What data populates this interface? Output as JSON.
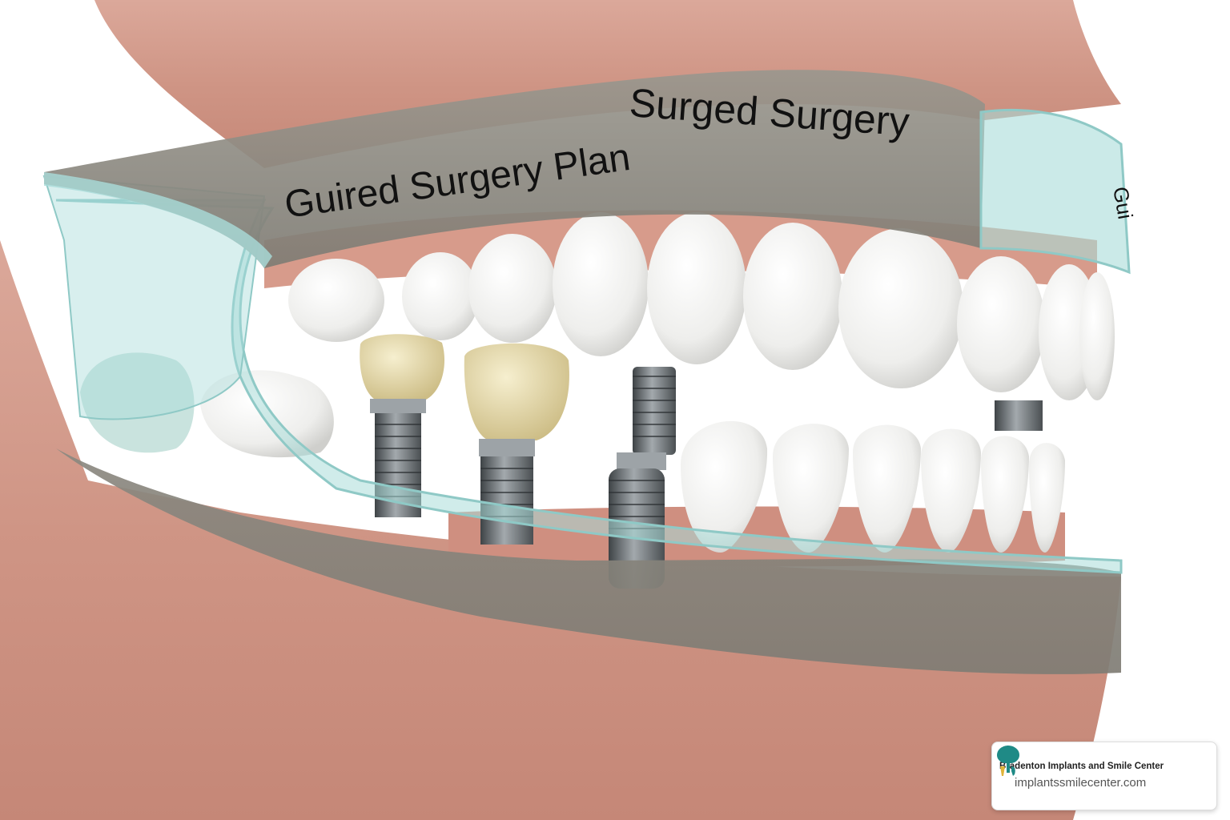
{
  "guide": {
    "label_left": "Guired Surgery Plan",
    "label_right": "Surged Surgery",
    "label_side_fragment": "Gui"
  },
  "watermark": {
    "name": "Bradenton Implants and Smile Center",
    "url": "implantssmilecenter.com",
    "logo_icon": "tree-tooth-logo-icon"
  },
  "colors": {
    "gum": "#d6a092",
    "gum_shadow": "#b9786a",
    "guide_glass": "#a9dcd9",
    "guide_band": "#8f8c84",
    "tooth": "#f4f4f2",
    "crown": "#e8dcaa",
    "implant_metal": "#6d7377",
    "logo_teal": "#1f8a86",
    "logo_gold": "#e0b43a"
  }
}
